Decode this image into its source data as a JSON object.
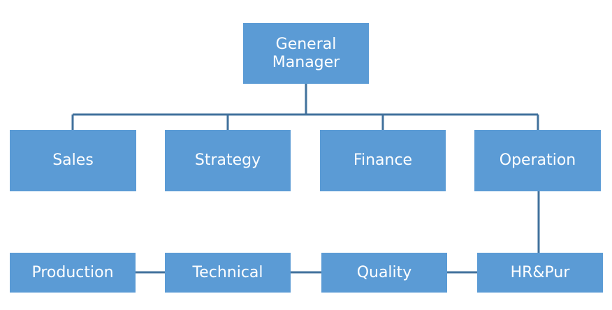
{
  "nodes": {
    "general_manager": "General\nManager",
    "sales": "Sales",
    "strategy": "Strategy",
    "finance": "Finance",
    "operation": "Operation",
    "production": "Production",
    "technical": "Technical",
    "quality": "Quality",
    "hr_pur": "HR&Pur"
  },
  "colors": {
    "node_fill": "#5b9bd5",
    "connector": "#41719c",
    "text": "#ffffff"
  }
}
